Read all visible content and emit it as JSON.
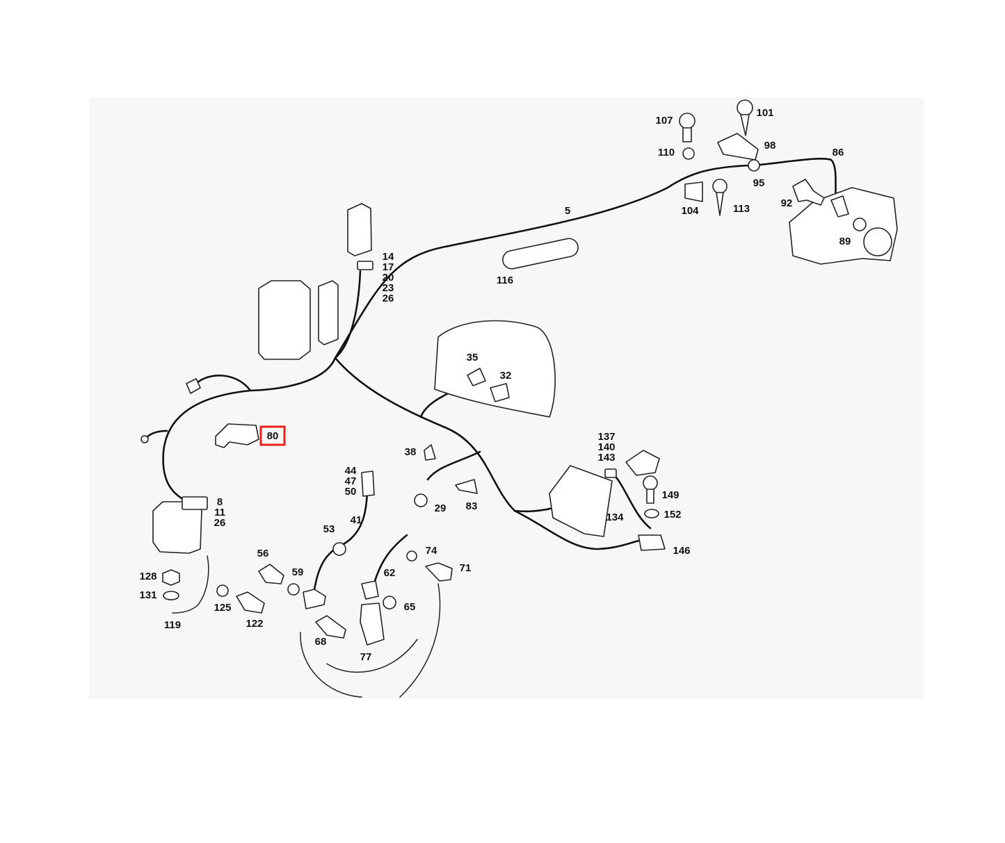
{
  "diagram": {
    "highlight_color": "#e8201c",
    "highlighted_part": "80",
    "callouts": [
      {
        "id": "107",
        "lines": [
          "107"
        ]
      },
      {
        "id": "101",
        "lines": [
          "101"
        ]
      },
      {
        "id": "110",
        "lines": [
          "110"
        ]
      },
      {
        "id": "98",
        "lines": [
          "98"
        ]
      },
      {
        "id": "86",
        "lines": [
          "86"
        ]
      },
      {
        "id": "95",
        "lines": [
          "95"
        ]
      },
      {
        "id": "5",
        "lines": [
          "5"
        ]
      },
      {
        "id": "92",
        "lines": [
          "92"
        ]
      },
      {
        "id": "104",
        "lines": [
          "104"
        ]
      },
      {
        "id": "113",
        "lines": [
          "113"
        ]
      },
      {
        "id": "89",
        "lines": [
          "89"
        ]
      },
      {
        "id": "14",
        "lines": [
          "14",
          "17",
          "20",
          "23",
          "26"
        ]
      },
      {
        "id": "116",
        "lines": [
          "116"
        ]
      },
      {
        "id": "35",
        "lines": [
          "35"
        ]
      },
      {
        "id": "32",
        "lines": [
          "32"
        ]
      },
      {
        "id": "80",
        "lines": [
          "80"
        ]
      },
      {
        "id": "38",
        "lines": [
          "38"
        ]
      },
      {
        "id": "137",
        "lines": [
          "137",
          "140",
          "143"
        ]
      },
      {
        "id": "44",
        "lines": [
          "44",
          "47",
          "50"
        ]
      },
      {
        "id": "8",
        "lines": [
          "8",
          "11",
          "26"
        ]
      },
      {
        "id": "149",
        "lines": [
          "149"
        ]
      },
      {
        "id": "41",
        "lines": [
          "41"
        ]
      },
      {
        "id": "29",
        "lines": [
          "29"
        ]
      },
      {
        "id": "83",
        "lines": [
          "83"
        ]
      },
      {
        "id": "152",
        "lines": [
          "152"
        ]
      },
      {
        "id": "134",
        "lines": [
          "134"
        ]
      },
      {
        "id": "53",
        "lines": [
          "53"
        ]
      },
      {
        "id": "146",
        "lines": [
          "146"
        ]
      },
      {
        "id": "74",
        "lines": [
          "74"
        ]
      },
      {
        "id": "56",
        "lines": [
          "56"
        ]
      },
      {
        "id": "71",
        "lines": [
          "71"
        ]
      },
      {
        "id": "59",
        "lines": [
          "59"
        ]
      },
      {
        "id": "128",
        "lines": [
          "128"
        ]
      },
      {
        "id": "62",
        "lines": [
          "62"
        ]
      },
      {
        "id": "131",
        "lines": [
          "131"
        ]
      },
      {
        "id": "65",
        "lines": [
          "65"
        ]
      },
      {
        "id": "125",
        "lines": [
          "125"
        ]
      },
      {
        "id": "119",
        "lines": [
          "119"
        ]
      },
      {
        "id": "122",
        "lines": [
          "122"
        ]
      },
      {
        "id": "68",
        "lines": [
          "68"
        ]
      },
      {
        "id": "77",
        "lines": [
          "77"
        ]
      }
    ]
  }
}
